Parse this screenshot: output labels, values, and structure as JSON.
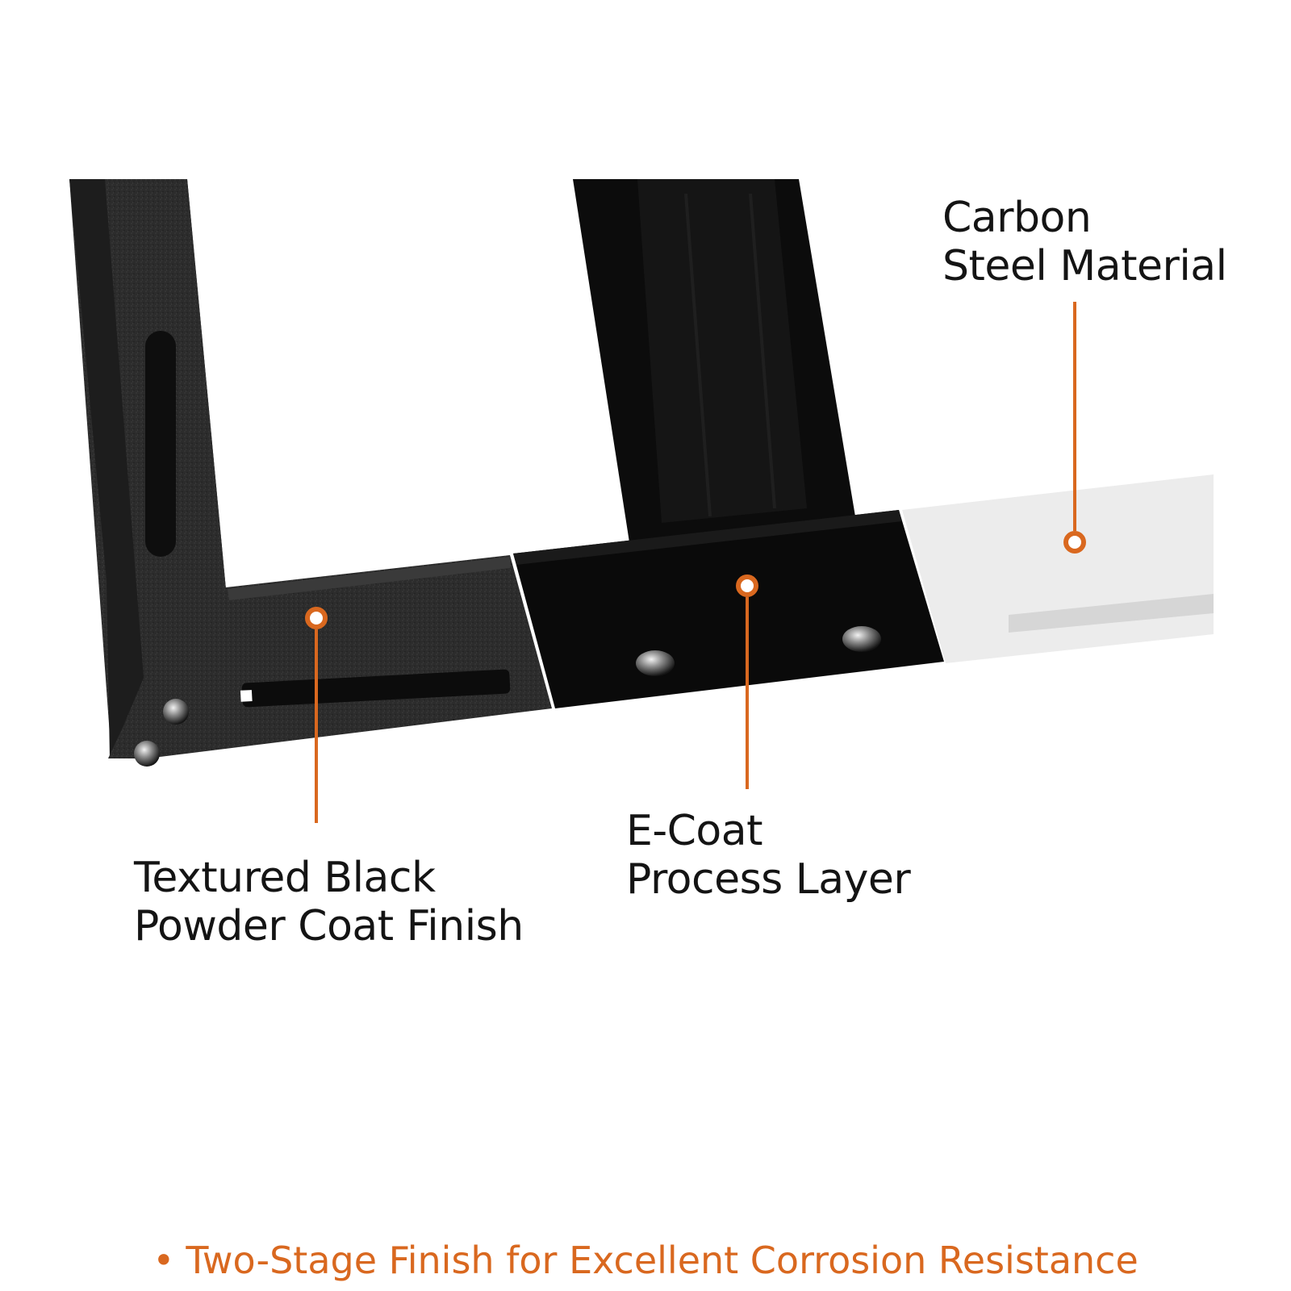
{
  "colors": {
    "accent": "#d9681f",
    "text": "#141414",
    "powder_coat": "#2a2a2a",
    "ecoat": "#0b0b0b",
    "bare_steel": "#ececec"
  },
  "callouts": [
    {
      "id": "carbon",
      "line1": "Carbon",
      "line2": "Steel Material"
    },
    {
      "id": "ecoat",
      "line1": "E-Coat",
      "line2": "Process Layer"
    },
    {
      "id": "textured",
      "line1": "Textured Black",
      "line2": "Powder Coat Finish"
    }
  ],
  "footer": {
    "bullet": "•",
    "text": "Two-Stage Finish for Excellent Corrosion Resistance"
  }
}
